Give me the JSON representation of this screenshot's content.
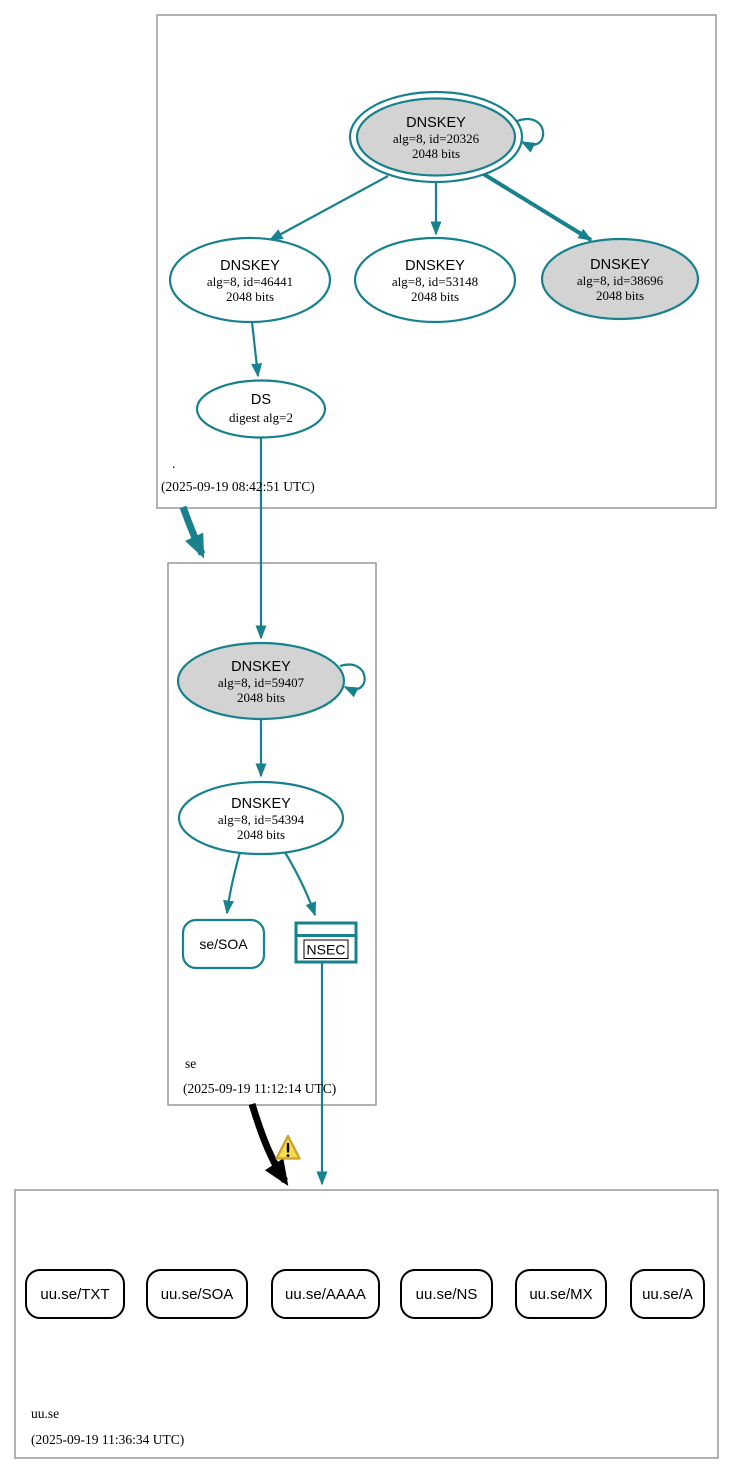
{
  "colors": {
    "edge_teal": "#17818E",
    "node_fill_gray": "#D3D3D3",
    "node_fill_white": "#FFFFFF",
    "zone_box_border": "#999999",
    "record_border": "#000000",
    "insecure_edge_black": "#000000",
    "warning_fill": "#F9DC50",
    "warning_border": "#C9A227"
  },
  "zones": {
    "root": {
      "label": ".",
      "timestamp": "(2025-09-19 08:42:51 UTC)",
      "ksk": {
        "type": "DNSKEY",
        "params": "alg=8, id=20326",
        "size": "2048 bits"
      },
      "zsk_left": {
        "type": "DNSKEY",
        "params": "alg=8, id=46441",
        "size": "2048 bits"
      },
      "zsk_middle": {
        "type": "DNSKEY",
        "params": "alg=8, id=53148",
        "size": "2048 bits"
      },
      "zsk_right": {
        "type": "DNSKEY",
        "params": "alg=8, id=38696",
        "size": "2048 bits"
      },
      "ds": {
        "type": "DS",
        "params": "digest alg=2"
      }
    },
    "se": {
      "label": "se",
      "timestamp": "(2025-09-19 11:12:14 UTC)",
      "ksk": {
        "type": "DNSKEY",
        "params": "alg=8, id=59407",
        "size": "2048 bits"
      },
      "zsk": {
        "type": "DNSKEY",
        "params": "alg=8, id=54394",
        "size": "2048 bits"
      },
      "soa": {
        "label": "se/SOA"
      },
      "nsec": {
        "label": "NSEC"
      }
    },
    "uu_se": {
      "label": "uu.se",
      "timestamp": "(2025-09-19 11:36:34 UTC)",
      "records": [
        {
          "label": "uu.se/TXT"
        },
        {
          "label": "uu.se/SOA"
        },
        {
          "label": "uu.se/AAAA"
        },
        {
          "label": "uu.se/NS"
        },
        {
          "label": "uu.se/MX"
        },
        {
          "label": "uu.se/A"
        }
      ]
    }
  }
}
